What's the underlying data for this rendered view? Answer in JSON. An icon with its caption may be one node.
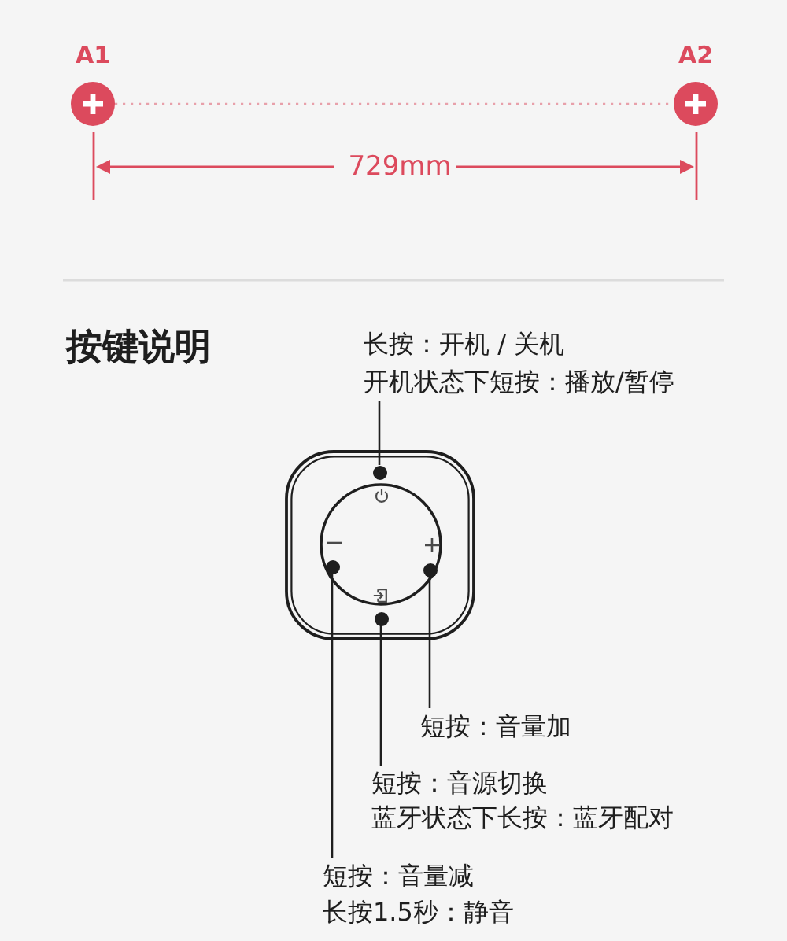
{
  "diagram": {
    "nodes": [
      {
        "text": [
          "A1"
        ]
      },
      {
        "text": [
          "A2"
        ]
      },
      {
        "text": [
          "长按：开机 / 关机",
          "开机状态下短按：播放/暂停"
        ]
      },
      {
        "text": [],
        "shape": "box"
      },
      {
        "text": [],
        "shape": "circle",
        "in": 3
      },
      {
        "text": [],
        "shape": "dot",
        "in": 3
      },
      {
        "text": [],
        "shape": "dot",
        "in": 4
      },
      {
        "text": [],
        "shape": "dot",
        "in": 4
      },
      {
        "text": [],
        "shape": "dot",
        "in": 3
      },
      {
        "text": [
          "短按：音量加"
        ]
      },
      {
        "text": [
          "短按：音源切换",
          "蓝牙状态下长按：蓝牙配对"
        ]
      },
      {
        "text": [
          "短按：音量减",
          "长按1.5秒：静音"
        ]
      }
    ],
    "edges": [
      {
        "from": 0,
        "to": 1,
        "arrow": "none",
        "style": "dashed",
        "color": "#e8a0aa"
      },
      {
        "from": 2,
        "to": 5,
        "arrow": "none"
      },
      {
        "from": 9,
        "to": 7,
        "arrow": "none"
      },
      {
        "from": 10,
        "to": 8,
        "arrow": "none"
      },
      {
        "from": 11,
        "to": 6,
        "arrow": "none"
      }
    ],
    "labels": [
      "729mm",
      "按键说明"
    ]
  }
}
